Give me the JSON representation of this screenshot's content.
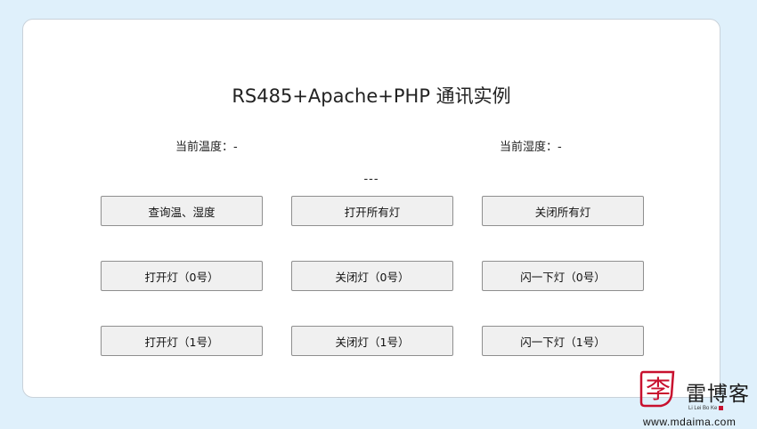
{
  "title": "RS485+Apache+PHP 通讯实例",
  "readings": {
    "temperature_label": "当前温度：-",
    "humidity_label": "当前湿度：-"
  },
  "status_text": "---",
  "buttons": {
    "query_temp_humidity": "查询温、湿度",
    "turn_on_all": "打开所有灯",
    "turn_off_all": "关闭所有灯",
    "turn_on_0": "打开灯（0号）",
    "turn_off_0": "关闭灯（0号）",
    "blink_0": "闪一下灯（0号）",
    "turn_on_1": "打开灯（1号）",
    "turn_off_1": "关闭灯（1号）",
    "blink_1": "闪一下灯（1号）"
  },
  "watermark": {
    "logo_glyph": "李",
    "name": "雷博客",
    "subtitle": "Li Lei Bo Ke",
    "url": "www.mdaima.com",
    "accent_color": "#c8102e"
  }
}
